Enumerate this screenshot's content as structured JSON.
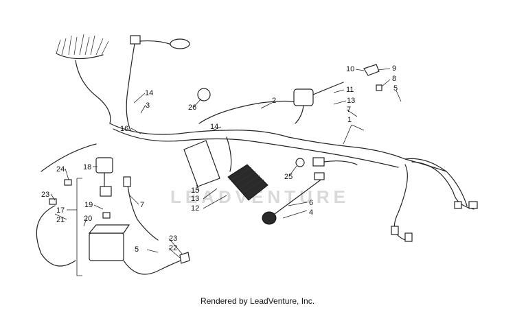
{
  "watermark": "LEADVENTURE",
  "footer": "Rendered by LeadVenture, Inc.",
  "callouts": [
    "1",
    "2",
    "3",
    "4",
    "5",
    "5",
    "6",
    "7",
    "7",
    "8",
    "9",
    "10",
    "11",
    "12",
    "13",
    "13",
    "14",
    "14",
    "15",
    "16",
    "17",
    "18",
    "19",
    "20",
    "21",
    "22",
    "23",
    "23",
    "24",
    "25",
    "26"
  ],
  "colors": {
    "line": "#222222",
    "watermark": "#d9d9d9"
  }
}
